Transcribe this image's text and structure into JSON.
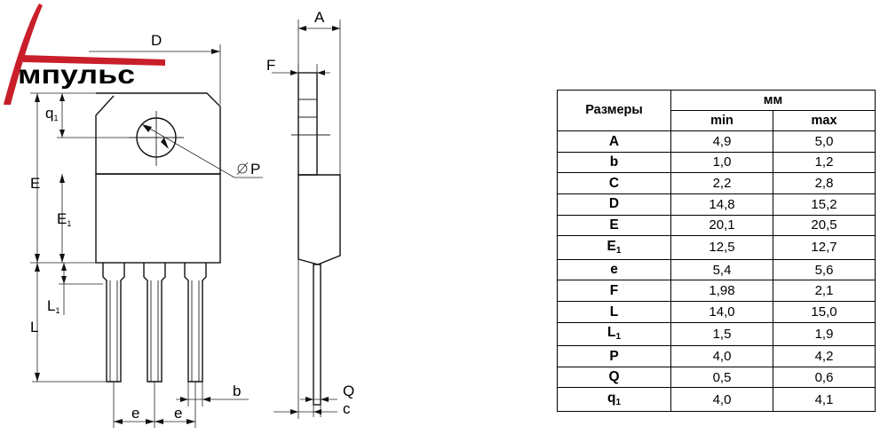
{
  "logo": {
    "text": "мпульс"
  },
  "drawing": {
    "labels": {
      "D": "D",
      "A": "A",
      "F": "F",
      "q": "q",
      "sub1": "1",
      "E": "E",
      "E1": "E",
      "P": "P",
      "L": "L",
      "L1": "L",
      "b": "b",
      "Q": "Q",
      "c": "c",
      "e": "e"
    }
  },
  "table": {
    "header_name": "Размеры",
    "header_unit": "мм",
    "header_min": "min",
    "header_max": "max",
    "rows": [
      {
        "name": "A",
        "sub": "",
        "min": "4,9",
        "max": "5,0"
      },
      {
        "name": "b",
        "sub": "",
        "min": "1,0",
        "max": "1,2"
      },
      {
        "name": "C",
        "sub": "",
        "min": "2,2",
        "max": "2,8"
      },
      {
        "name": "D",
        "sub": "",
        "min": "14,8",
        "max": "15,2"
      },
      {
        "name": "E",
        "sub": "",
        "min": "20,1",
        "max": "20,5"
      },
      {
        "name": "E",
        "sub": "1",
        "min": "12,5",
        "max": "12,7"
      },
      {
        "name": "e",
        "sub": "",
        "min": "5,4",
        "max": "5,6"
      },
      {
        "name": "F",
        "sub": "",
        "min": "1,98",
        "max": "2,1"
      },
      {
        "name": "L",
        "sub": "",
        "min": "14,0",
        "max": "15,0"
      },
      {
        "name": "L",
        "sub": "1",
        "min": "1,5",
        "max": "1,9"
      },
      {
        "name": "P",
        "sub": "",
        "min": "4,0",
        "max": "4,2"
      },
      {
        "name": "Q",
        "sub": "",
        "min": "0,5",
        "max": "0,6"
      },
      {
        "name": "q",
        "sub": "1",
        "min": "4,0",
        "max": "4,1"
      }
    ]
  },
  "colors": {
    "brand": "#c81f2b",
    "line": "#111111"
  }
}
